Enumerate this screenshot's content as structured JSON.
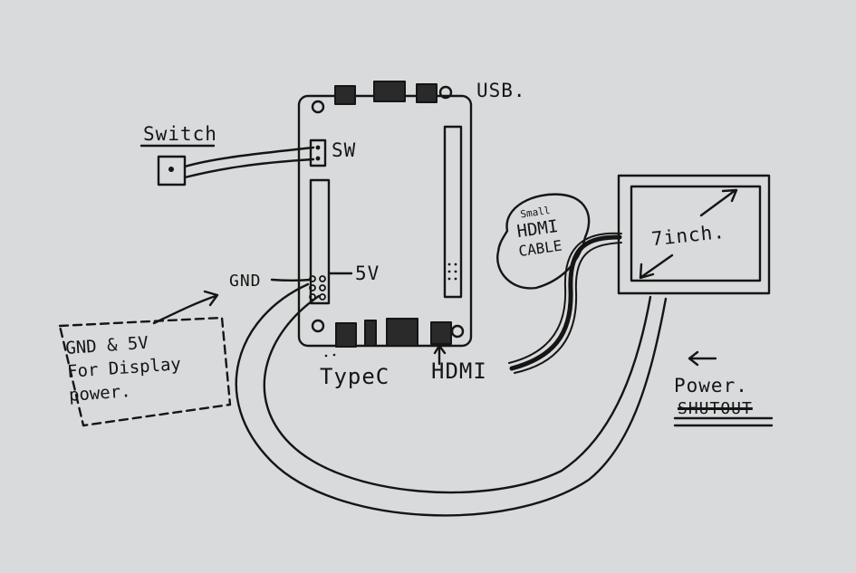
{
  "labels": {
    "usb": "USB.",
    "switch": "Switch",
    "sw": "SW",
    "gnd": "GND",
    "five_v": "5V",
    "typec": "TypeC",
    "hdmi": "HDMI",
    "inch": "7inch.",
    "power": "Power.",
    "struck_word": "SHUTOUT"
  },
  "note": {
    "line1": "GND & 5V",
    "line2": "For Display",
    "line3": "power."
  },
  "cable_note": {
    "line1": "Small",
    "line2": "HDMI",
    "line3": "CABLE"
  },
  "colors": {
    "paper": "#d9dadb",
    "ink": "#151515"
  }
}
